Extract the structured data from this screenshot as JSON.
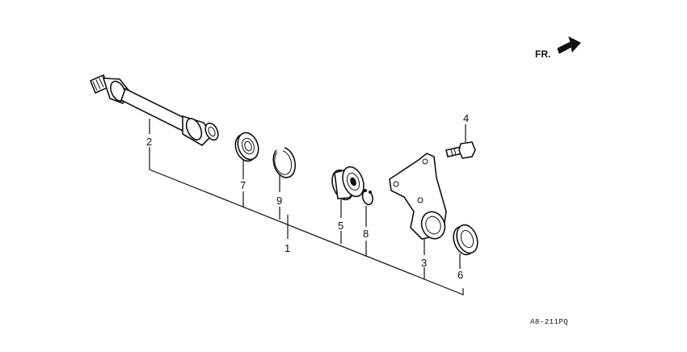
{
  "direction": {
    "label": "FR."
  },
  "diagram_code": "A8-211PQ",
  "callouts": {
    "assembly": "1",
    "driveshaft": "2",
    "bearing_support": "3",
    "bolt": "4",
    "ball_bearing": "5",
    "oil_seal_outer": "6",
    "oil_seal_inner": "7",
    "circlip": "8",
    "snap_ring": "9"
  }
}
